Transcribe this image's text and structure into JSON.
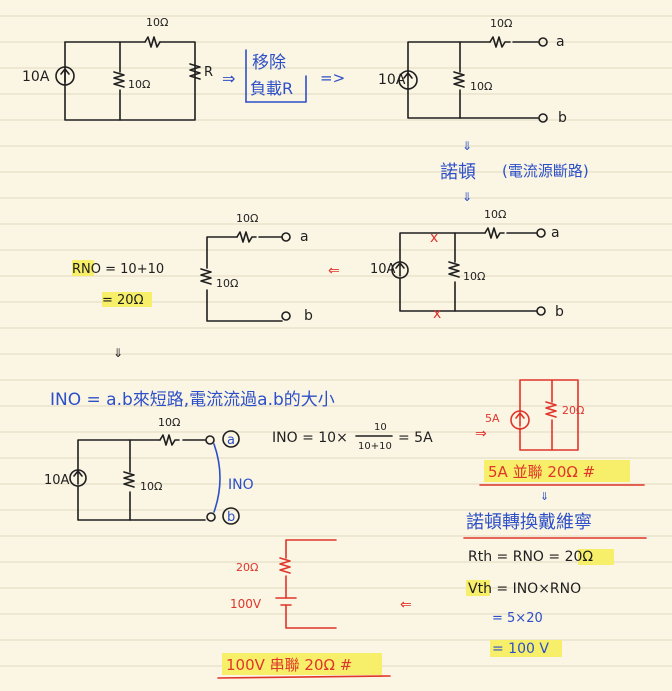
{
  "colors": {
    "paper": "#fbf5e4",
    "rule_line": "#d9cfb4",
    "ink": "#1f1f1f",
    "blue_ink": "#2d50c8",
    "red_ink": "#e0352a",
    "highlight": "#f7ef6a"
  },
  "top_circuit": {
    "source_label": "10A",
    "r_top": "10Ω",
    "r_mid": "10Ω",
    "r_load": "R"
  },
  "step1": {
    "arrow": "⇒",
    "note_line1": "移除",
    "note_line2": "負載R",
    "arrow2": "=>"
  },
  "circuit2": {
    "source_label": "10A",
    "r_top": "10Ω",
    "r_mid": "10Ω",
    "terminal_a": "a",
    "terminal_b": "b"
  },
  "step2": {
    "arrow": "⇓",
    "title": "諾頓",
    "subtitle": "(電流源斷路)",
    "arrow2": "⇓"
  },
  "circuit3": {
    "source_label": "10A",
    "r_top": "10Ω",
    "r_mid": "10Ω",
    "terminal_a": "a",
    "terminal_b": "b",
    "cut_mark": "x"
  },
  "rno": {
    "line1": "RNO = 10+10",
    "line2": "= 20Ω",
    "arrow_left": "⇐"
  },
  "circuit4": {
    "r_top": "10Ω",
    "r_mid": "10Ω",
    "terminal_a": "a",
    "terminal_b": "b"
  },
  "step3": {
    "arrow": "⇓"
  },
  "ino_def": "INO = a.b來短路,電流流過a.b的大小",
  "circuit5": {
    "source_label": "10A",
    "r_top": "10Ω",
    "r_mid": "10Ω",
    "terminal_a": "a",
    "terminal_b": "b",
    "short_label": "INO"
  },
  "ino_calc": {
    "prefix": "INO = 10×",
    "num": "10",
    "den": "10+10",
    "result": "= 5A"
  },
  "norton_equiv": {
    "arrow": "⇒",
    "source_label": "5A",
    "r_label": "20Ω",
    "caption": "5A 並聯 20Ω #"
  },
  "step4": {
    "arrow": "⇓",
    "title": "諾頓轉換戴維寧"
  },
  "thevenin_calc": {
    "rth": "Rth = RNO = 20Ω",
    "vth": "Vth = INO×RNO",
    "eq1": "= 5×20",
    "eq2": "= 100 V"
  },
  "thevenin_equiv": {
    "arrow": "⇐",
    "r_label": "20Ω",
    "v_label": "100V",
    "caption": "100V 串聯 20Ω #"
  }
}
